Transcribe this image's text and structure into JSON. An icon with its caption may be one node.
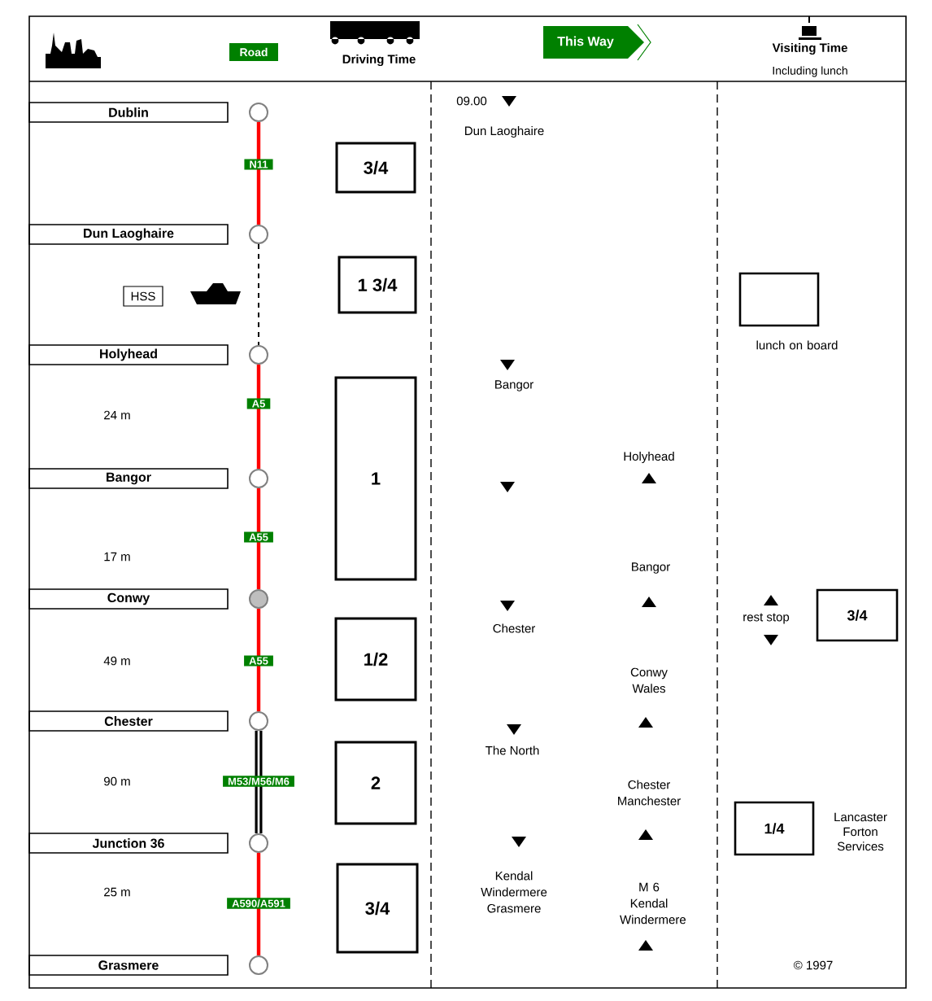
{
  "diagram": {
    "nodes": [
      {
        "text": [
          "Road"
        ]
      },
      {
        "text": [
          "This Way"
        ]
      },
      {
        "text": [
          "Dublin"
        ]
      },
      {
        "text": [],
        "shape": "circle"
      },
      {
        "text": [
          "3/4"
        ]
      },
      {
        "text": [
          "Dun Laoghaire"
        ]
      },
      {
        "text": [],
        "shape": "circle"
      },
      {
        "text": [
          "HSS"
        ]
      },
      {
        "text": [
          "1 3/4"
        ]
      },
      {
        "text": [],
        "shape": "box",
        "beside": [
          "lunch on board"
        ]
      },
      {
        "text": [
          "Holyhead"
        ]
      },
      {
        "text": [],
        "shape": "circle"
      },
      {
        "text": [
          "1"
        ]
      },
      {
        "text": [
          "Bangor"
        ]
      },
      {
        "text": [],
        "shape": "circle"
      },
      {
        "text": [
          "Conwy"
        ]
      },
      {
        "text": [],
        "shape": "circle"
      },
      {
        "text": [
          "1/2"
        ]
      },
      {
        "text": [
          "3/4"
        ]
      },
      {
        "text": [
          "Chester"
        ]
      },
      {
        "text": [],
        "shape": "circle"
      },
      {
        "text": [
          "2"
        ]
      },
      {
        "text": [
          "1/4"
        ],
        "beside": [
          "Lancaster Forton Services"
        ]
      },
      {
        "text": [
          "Junction 36"
        ]
      },
      {
        "text": [],
        "shape": "circle"
      },
      {
        "text": [
          "3/4"
        ]
      },
      {
        "text": [
          "Grasmere"
        ]
      },
      {
        "text": [],
        "shape": "circle"
      }
    ],
    "edges": [
      {
        "from": 3,
        "to": 6,
        "arrow": "none",
        "label": "N11"
      },
      {
        "from": 6,
        "to": 11,
        "arrow": "none",
        "style": "dashed",
        "color": "#000000"
      },
      {
        "from": 11,
        "to": 14,
        "arrow": "none",
        "label": "A5"
      },
      {
        "from": 14,
        "to": 16,
        "arrow": "none",
        "label": "A55"
      },
      {
        "from": 16,
        "to": 20,
        "arrow": "none",
        "label": "A55"
      },
      {
        "from": 20,
        "to": 24,
        "arrow": "none",
        "label": "M53/M56/M6",
        "style": "thick",
        "color": "#000000"
      },
      {
        "from": 24,
        "to": 27,
        "arrow": "none",
        "label": "A590/A591"
      }
    ],
    "labels": [
      "Driving Time",
      "Visiting Time",
      "Including lunch",
      "09.00",
      "Dun Laoghaire",
      "Bangor",
      "24 m",
      "Holyhead",
      "17 m",
      "Bangor",
      "rest stop",
      "Chester",
      "49 m",
      "Conwy Wales",
      "The North",
      "90 m",
      "Chester Manchester",
      "Kendal Windermere Grasmere",
      "25 m",
      "M 6 Kendal Windermere",
      "© 1997"
    ]
  }
}
